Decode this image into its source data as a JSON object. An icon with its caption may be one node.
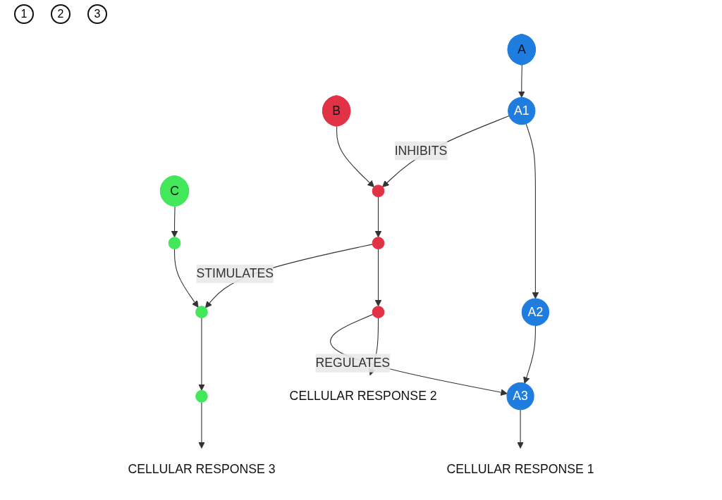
{
  "diagram": {
    "nodes": [
      {
        "text": [
          "A"
        ]
      },
      {
        "text": [
          "B"
        ]
      },
      {
        "text": [
          "C"
        ]
      },
      {
        "text": [
          "A1"
        ]
      },
      {
        "text": [
          "A2"
        ]
      },
      {
        "text": [
          "A3"
        ]
      },
      {
        "text": [
          "CELLULAR RESPONSE 1"
        ]
      },
      {
        "text": [],
        "shape": "circle"
      },
      {
        "text": [],
        "shape": "circle"
      },
      {
        "text": [],
        "shape": "circle"
      },
      {
        "text": [
          "CELLULAR RESPONSE 2"
        ]
      },
      {
        "text": [],
        "shape": "circle"
      },
      {
        "text": [],
        "shape": "circle"
      },
      {
        "text": [],
        "shape": "circle"
      },
      {
        "text": [
          "CELLULAR RESPONSE 3"
        ]
      }
    ],
    "edges": [
      {
        "from": 0,
        "to": 3,
        "arrow": "to"
      },
      {
        "from": 3,
        "to": 4,
        "arrow": "to"
      },
      {
        "from": 4,
        "to": 5,
        "arrow": "to"
      },
      {
        "from": 5,
        "to": 6,
        "arrow": "to"
      },
      {
        "from": 1,
        "to": 7,
        "arrow": "to"
      },
      {
        "from": 7,
        "to": 8,
        "arrow": "to"
      },
      {
        "from": 8,
        "to": 9,
        "arrow": "to"
      },
      {
        "from": 9,
        "to": 10,
        "arrow": "to"
      },
      {
        "from": 2,
        "to": 11,
        "arrow": "to"
      },
      {
        "from": 11,
        "to": 12,
        "arrow": "to"
      },
      {
        "from": 12,
        "to": 13,
        "arrow": "to"
      },
      {
        "from": 13,
        "to": 14,
        "arrow": "to"
      },
      {
        "from": 3,
        "to": 7,
        "arrow": "to",
        "label": "INHIBITS"
      },
      {
        "from": 8,
        "to": 12,
        "arrow": "to",
        "label": "STIMULATES"
      },
      {
        "from": 9,
        "to": 5,
        "arrow": "to",
        "label": "REGULATES"
      }
    ],
    "labels": [
      "1",
      "2",
      "3"
    ]
  }
}
